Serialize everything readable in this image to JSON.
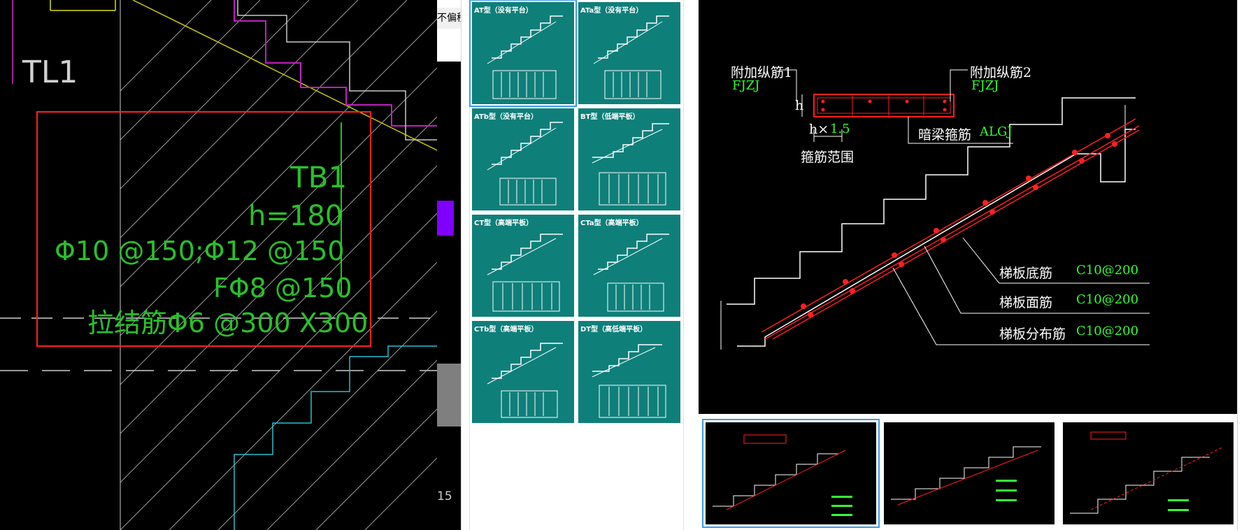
{
  "cad": {
    "label_tl1": "TL1",
    "label_tb1": "TB1",
    "label_h": "h=180",
    "label_rebar": "Φ10 @150;Φ12 @150",
    "label_f": "FΦ8 @150",
    "label_tie": "拉结筋Φ6 @300 X300"
  },
  "strip": {
    "button_label": "不偏移",
    "page_number": "15"
  },
  "gallery": {
    "types": [
      {
        "label": "AT型（没有平台）",
        "selected": true
      },
      {
        "label": "ATa型（没有平台）",
        "selected": false
      },
      {
        "label": "ATb型（没有平台）",
        "selected": false
      },
      {
        "label": "BT型（低端平板）",
        "selected": false
      },
      {
        "label": "CT型（高端平板）",
        "selected": false
      },
      {
        "label": "CTa型（高端平板）",
        "selected": false
      },
      {
        "label": "CTb型（高端平板）",
        "selected": false
      },
      {
        "label": "DT型（高低端平板）",
        "selected": false
      }
    ]
  },
  "preview": {
    "extra_bar_1": "附加纵筋1",
    "extra_bar_1_code": "FJZJ",
    "extra_bar_2": "附加纵筋2",
    "extra_bar_2_code": "FJZJ",
    "h_label": "h",
    "h_mult": "h×",
    "h_mult_val": "1.5",
    "stirrup_range": "箍筋范围",
    "hidden_beam_stirrup": "暗梁箍筋",
    "hidden_beam_code": "ALGJ",
    "bottom_bar": "梯板底筋",
    "bottom_bar_val": "C10@200",
    "top_bar": "梯板面筋",
    "top_bar_val": "C10@200",
    "dist_bar": "梯板分布筋",
    "dist_bar_val": "C10@200"
  },
  "thumbnails": [
    {
      "selected": true
    },
    {
      "selected": false
    },
    {
      "selected": false
    }
  ],
  "colors": {
    "tile": "#0f7f7a",
    "cad_green": "#33ff33",
    "rebar_red": "#ff0000",
    "select_blue": "#3c9be6"
  }
}
